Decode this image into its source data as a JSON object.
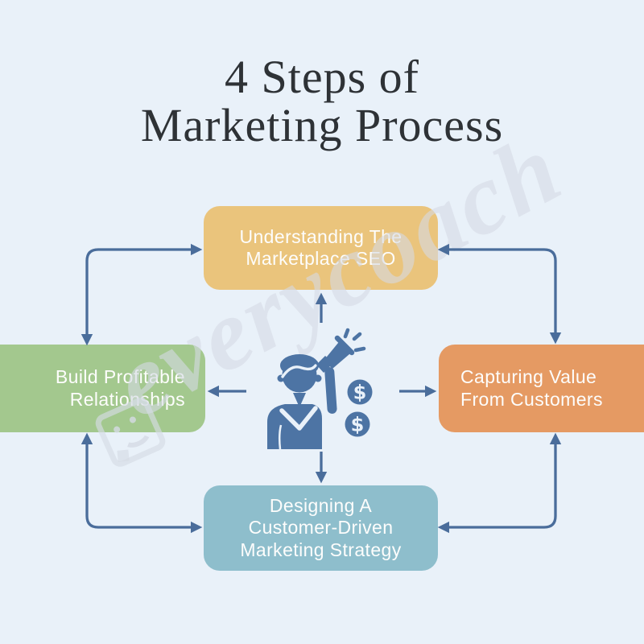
{
  "title": {
    "line1": "4 Steps of",
    "line2": "Marketing Process"
  },
  "steps": {
    "top": {
      "lines": [
        "Understanding The",
        "Marketplace SEO"
      ],
      "color": "#eac47c"
    },
    "right": {
      "lines": [
        "Capturing Value",
        "From Customers"
      ],
      "color": "#e59a63"
    },
    "bottom": {
      "lines": [
        "Designing A",
        "Customer-Driven",
        "Marketing Strategy"
      ],
      "color": "#8ebecc"
    },
    "left": {
      "lines": [
        "Build Profitable",
        "Relationships"
      ],
      "color": "#a3c88e"
    }
  },
  "center_icon": {
    "name": "marketer-with-megaphone-and-coins",
    "coin_symbol": "$"
  },
  "connectors": {
    "style": "double-headed-elbow",
    "pairs": [
      "left-top",
      "top-right",
      "left-bottom",
      "bottom-right"
    ],
    "center_radiating": [
      "up",
      "down",
      "left",
      "right"
    ]
  },
  "watermark": {
    "text": "everycoach"
  },
  "colors": {
    "background": "#e9f1f9",
    "title_text": "#2e3236",
    "step_text": "#fdfdfc",
    "arrow": "#4a6d9b",
    "icon": "#4d74a4",
    "watermark": "rgba(213,219,229,0.6)"
  }
}
